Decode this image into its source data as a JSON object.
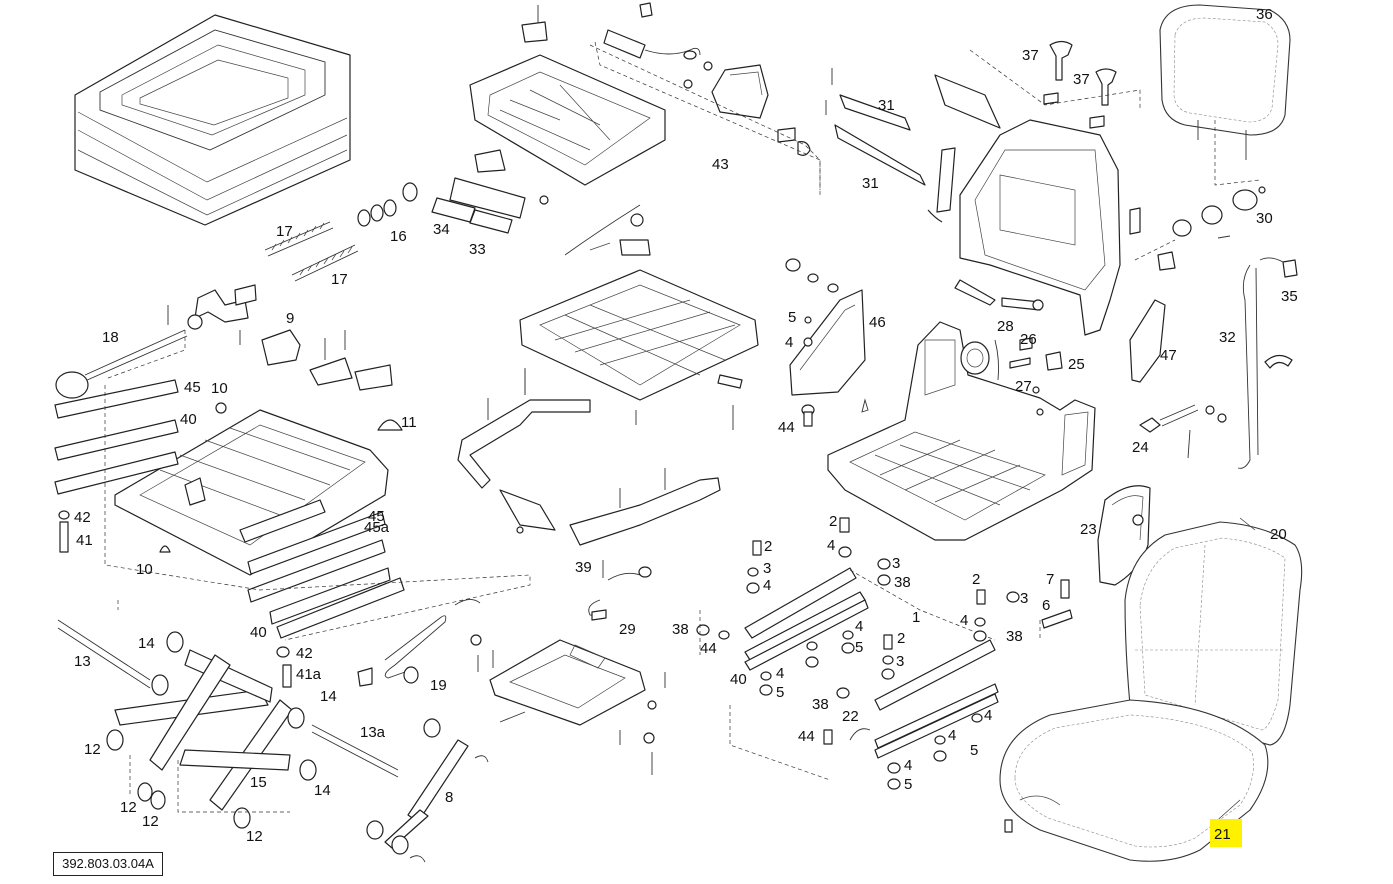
{
  "diagram": {
    "reference_code": "392.803.03.04A",
    "highlighted_callout": "21",
    "highlight_color": "#fff200",
    "line_color": "#222222",
    "callouts": [
      {
        "id": "c36",
        "text": "36"
      },
      {
        "id": "c37a",
        "text": "37"
      },
      {
        "id": "c37b",
        "text": "37"
      },
      {
        "id": "c31a",
        "text": "31"
      },
      {
        "id": "c31b",
        "text": "31"
      },
      {
        "id": "c43",
        "text": "43"
      },
      {
        "id": "c30",
        "text": "30"
      },
      {
        "id": "c17a",
        "text": "17"
      },
      {
        "id": "c16",
        "text": "16"
      },
      {
        "id": "c17b",
        "text": "17"
      },
      {
        "id": "c34",
        "text": "34"
      },
      {
        "id": "c33",
        "text": "33"
      },
      {
        "id": "c35",
        "text": "35"
      },
      {
        "id": "c32",
        "text": "32"
      },
      {
        "id": "c18",
        "text": "18"
      },
      {
        "id": "c9",
        "text": "9"
      },
      {
        "id": "c46",
        "text": "46"
      },
      {
        "id": "c5a",
        "text": "5"
      },
      {
        "id": "c4a",
        "text": "4"
      },
      {
        "id": "c28",
        "text": "28"
      },
      {
        "id": "c26",
        "text": "26"
      },
      {
        "id": "c25",
        "text": "25"
      },
      {
        "id": "c27",
        "text": "27"
      },
      {
        "id": "c47",
        "text": "47"
      },
      {
        "id": "c45a",
        "text": "45"
      },
      {
        "id": "c10a",
        "text": "10"
      },
      {
        "id": "c40a",
        "text": "40"
      },
      {
        "id": "c11",
        "text": "11"
      },
      {
        "id": "c44a",
        "text": "44"
      },
      {
        "id": "c24",
        "text": "24"
      },
      {
        "id": "c42a",
        "text": "42"
      },
      {
        "id": "c41",
        "text": "41"
      },
      {
        "id": "c45b",
        "text": "45"
      },
      {
        "id": "c45a2",
        "text": "45a"
      },
      {
        "id": "c10b",
        "text": "10"
      },
      {
        "id": "c23",
        "text": "23"
      },
      {
        "id": "c20",
        "text": "20"
      },
      {
        "id": "c2a",
        "text": "2"
      },
      {
        "id": "c4b",
        "text": "4"
      },
      {
        "id": "c2b",
        "text": "2"
      },
      {
        "id": "c3a",
        "text": "3"
      },
      {
        "id": "c4c",
        "text": "4"
      },
      {
        "id": "c3b",
        "text": "3"
      },
      {
        "id": "c38a",
        "text": "38"
      },
      {
        "id": "c39",
        "text": "39"
      },
      {
        "id": "c29",
        "text": "29"
      },
      {
        "id": "c40b",
        "text": "40"
      },
      {
        "id": "c38b",
        "text": "38"
      },
      {
        "id": "c44b",
        "text": "44"
      },
      {
        "id": "c1",
        "text": "1"
      },
      {
        "id": "c7",
        "text": "7"
      },
      {
        "id": "c2c",
        "text": "2"
      },
      {
        "id": "c3c",
        "text": "3"
      },
      {
        "id": "c6",
        "text": "6"
      },
      {
        "id": "c4d",
        "text": "4"
      },
      {
        "id": "c38c",
        "text": "38"
      },
      {
        "id": "c4e",
        "text": "4"
      },
      {
        "id": "c5b",
        "text": "5"
      },
      {
        "id": "c14a",
        "text": "14"
      },
      {
        "id": "c13",
        "text": "13"
      },
      {
        "id": "c42b",
        "text": "42"
      },
      {
        "id": "c41a",
        "text": "41a"
      },
      {
        "id": "c19",
        "text": "19"
      },
      {
        "id": "c40c",
        "text": "40"
      },
      {
        "id": "c4f",
        "text": "4"
      },
      {
        "id": "c5c",
        "text": "5"
      },
      {
        "id": "c2d",
        "text": "2"
      },
      {
        "id": "c3d",
        "text": "3"
      },
      {
        "id": "c14b",
        "text": "14"
      },
      {
        "id": "c38d",
        "text": "38"
      },
      {
        "id": "c22",
        "text": "22"
      },
      {
        "id": "c4g",
        "text": "4"
      },
      {
        "id": "c13a",
        "text": "13a"
      },
      {
        "id": "c12a",
        "text": "12"
      },
      {
        "id": "c44c",
        "text": "44"
      },
      {
        "id": "c4h",
        "text": "4"
      },
      {
        "id": "c5d",
        "text": "5"
      },
      {
        "id": "c15",
        "text": "15"
      },
      {
        "id": "c14c",
        "text": "14"
      },
      {
        "id": "c8",
        "text": "8"
      },
      {
        "id": "c4i",
        "text": "4"
      },
      {
        "id": "c5e",
        "text": "5"
      },
      {
        "id": "c12b",
        "text": "12"
      },
      {
        "id": "c12c",
        "text": "12"
      },
      {
        "id": "c12d",
        "text": "12"
      },
      {
        "id": "c21",
        "text": "21"
      }
    ]
  }
}
